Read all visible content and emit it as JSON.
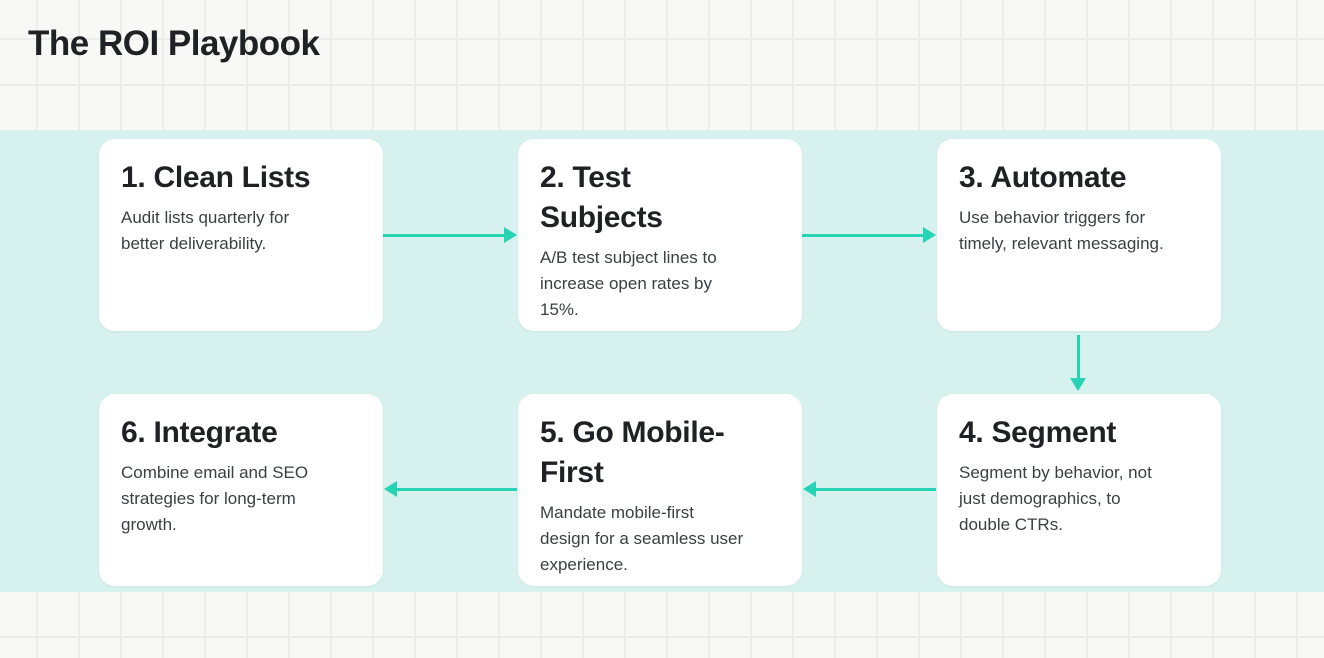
{
  "page": {
    "title": "The ROI Playbook"
  },
  "colors": {
    "background": "#f8f8f6",
    "grid_line": "#ececea",
    "band": "#d7f2ee",
    "card_background": "#ffffff",
    "heading_text": "#202124",
    "body_text": "#3c4043",
    "arrow": "#26d3b4"
  },
  "cards": [
    {
      "step": 1,
      "title": "1. Clean Lists",
      "body": "Audit lists quarterly for\nbetter deliverability."
    },
    {
      "step": 2,
      "title": "2. Test\nSubjects",
      "body": "A/B test subject lines to\nincrease open rates by\n15%."
    },
    {
      "step": 3,
      "title": "3. Automate",
      "body": "Use behavior triggers for\ntimely, relevant messaging."
    },
    {
      "step": 4,
      "title": "4. Segment",
      "body": "Segment by behavior, not\njust demographics, to\ndouble CTRs."
    },
    {
      "step": 5,
      "title": "5. Go Mobile-\nFirst",
      "body": "Mandate mobile-first\ndesign for a seamless user\nexperience."
    },
    {
      "step": 6,
      "title": "6. Integrate",
      "body": "Combine email and SEO\nstrategies for long-term\ngrowth."
    }
  ],
  "flow": [
    {
      "from": 1,
      "to": 2,
      "direction": "right"
    },
    {
      "from": 2,
      "to": 3,
      "direction": "right"
    },
    {
      "from": 3,
      "to": 4,
      "direction": "down"
    },
    {
      "from": 4,
      "to": 5,
      "direction": "left"
    },
    {
      "from": 5,
      "to": 6,
      "direction": "left"
    }
  ]
}
